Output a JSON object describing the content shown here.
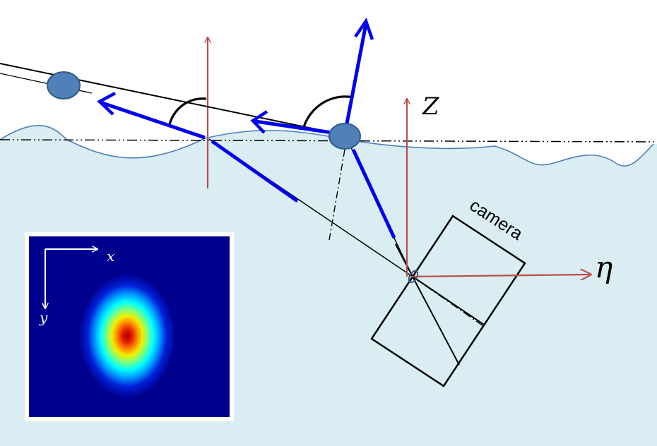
{
  "labels": {
    "z_axis": "Z",
    "eta_axis": "η",
    "camera": "camera",
    "inset_x": "x",
    "inset_y": "y"
  },
  "colors": {
    "water": "#daedf3",
    "wave_line": "#4a7fb8",
    "axis_red": "#b84f4a",
    "ray_blue": "#0000ee",
    "particle_fill": "#4f80b8",
    "particle_stroke": "#2e5a8a",
    "inset_background": "#00008f"
  },
  "icons": {
    "floating_particle": "ellipse-marker",
    "submerged_particle": "ellipse-marker"
  }
}
